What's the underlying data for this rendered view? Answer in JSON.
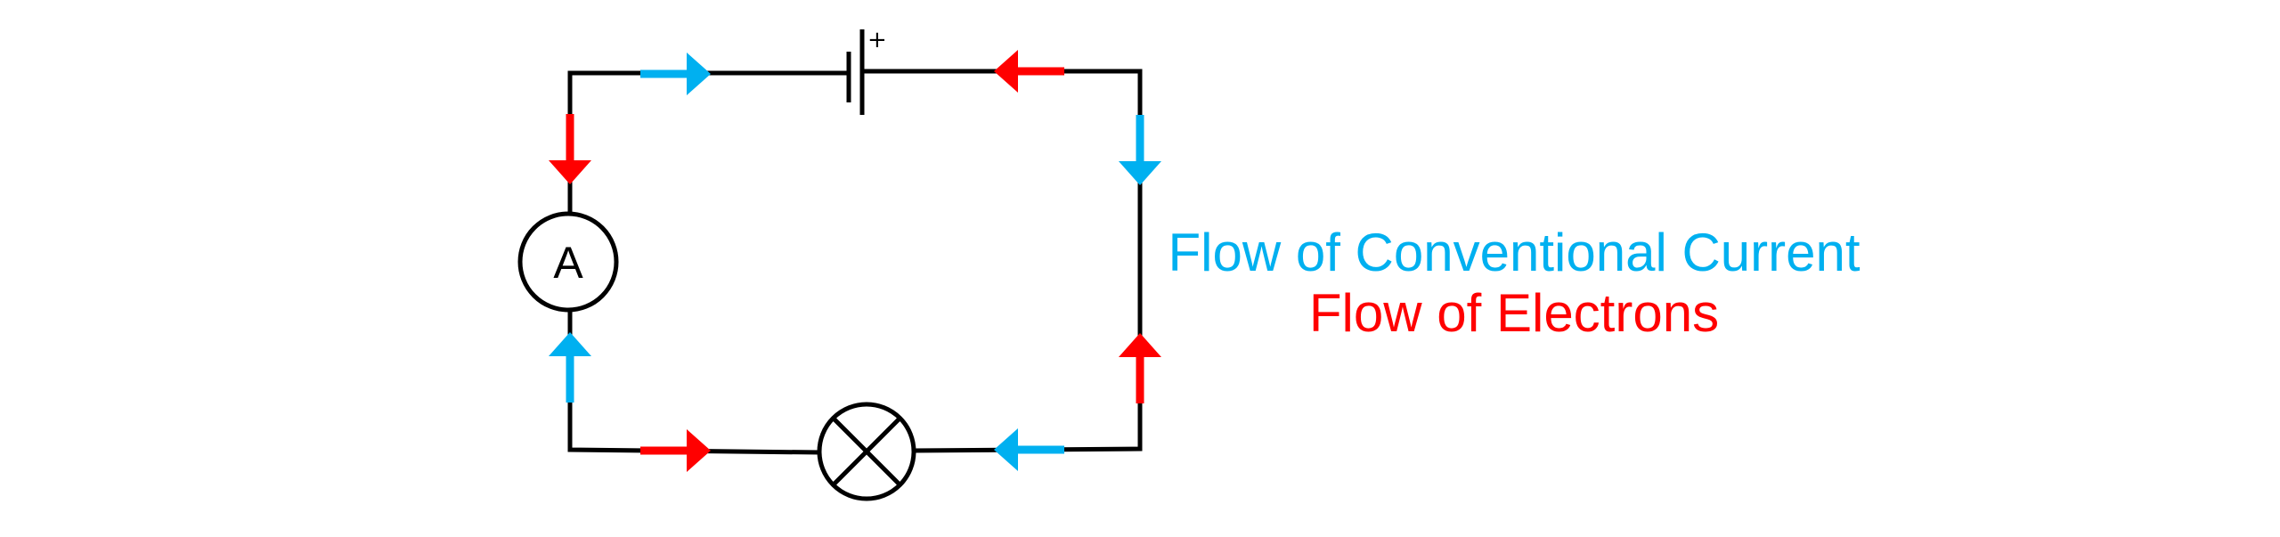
{
  "diagram": {
    "title": "Series circuit showing conventional current vs electron flow",
    "components": {
      "battery": {
        "symbol": "cell",
        "terminal_label": "+"
      },
      "ammeter": {
        "symbol": "ammeter",
        "label": "A"
      },
      "lamp": {
        "symbol": "lamp"
      }
    },
    "colors": {
      "conventional_current": "#00b0f0",
      "electrons": "#ff0000",
      "wire": "#000000"
    },
    "arrows": [
      {
        "segment": "top-left",
        "flow": "conventional_current",
        "direction": "right"
      },
      {
        "segment": "top-right",
        "flow": "electrons",
        "direction": "left"
      },
      {
        "segment": "left-upper",
        "flow": "electrons",
        "direction": "down"
      },
      {
        "segment": "right-upper",
        "flow": "conventional_current",
        "direction": "down"
      },
      {
        "segment": "left-lower",
        "flow": "conventional_current",
        "direction": "up"
      },
      {
        "segment": "right-lower",
        "flow": "electrons",
        "direction": "up"
      },
      {
        "segment": "bottom-left",
        "flow": "electrons",
        "direction": "right"
      },
      {
        "segment": "bottom-right",
        "flow": "conventional_current",
        "direction": "left"
      }
    ],
    "legend": {
      "conventional_current": "Flow of Conventional Current",
      "electrons": "Flow of Electrons"
    }
  }
}
